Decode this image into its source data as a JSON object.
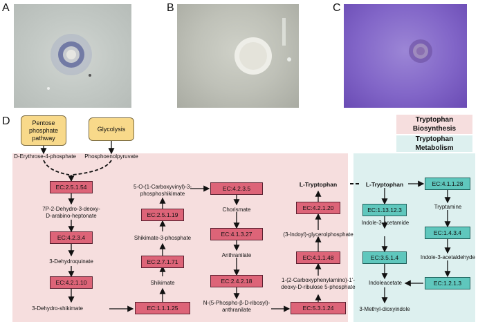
{
  "panels": {
    "a": "A",
    "b": "B",
    "c": "C",
    "d": "D"
  },
  "legend": {
    "biosynthesis": "Tryptophan Biosynthesis",
    "metabolism": "Tryptophan Metabolism"
  },
  "start_nodes": {
    "pentose": "Pentose phosphate pathway",
    "glycolysis": "Glycolysis"
  },
  "compounds": {
    "e4p": "D-Erythrose-4-phosphate",
    "pep": "Phosphoenolpyruvate",
    "dahp_1": "7P-2-Dehydro-3-deoxy-",
    "dahp_2": "D-arabino-heptonate",
    "dhq": "3-Dehydroquinate",
    "dhs": "3-Dehydro-shikimate",
    "shikimate": "Shikimate",
    "s3p": "Shikimate-3-phosphate",
    "epsp_1": "5-O-(1-Carboxyvinyl)-3-",
    "epsp_2": "phosphoshikimate",
    "chorismate": "Chorismate",
    "anthranilate": "Anthranilate",
    "prant_1": "N-(5-Phospho-β-D-ribosyl)-",
    "prant_2": "anthranilate",
    "cdrp_1": "1-(2-Carboxyphenylamino)-1'-",
    "cdrp_2": "deoxy-D-ribulose 5-phosphate",
    "igp": "(3-Indoyl)-glycerolphosphate",
    "trp_1": "L-Tryptophan",
    "trp_2": "L-Tryptophan",
    "tryptamine": "Tryptamine",
    "iam": "Indole-3-acetamide",
    "iald": "Indole-3-acetaldehyde",
    "iaa": "Indoleacetate",
    "moi": "3-Methyl-dioxyindole"
  },
  "enzymes": {
    "e1": "EC:2.5.1.54",
    "e2": "EC:4.2.3.4",
    "e3": "EC:4.2.1.10",
    "e4": "EC:1.1.1.25",
    "e5": "EC:2.7.1.71",
    "e6": "EC:2.5.1.19",
    "e7": "EC:4.2.3.5",
    "e8": "EC:4.1.3.27",
    "e9": "EC:2.4.2.18",
    "e10": "EC:5.3.1.24",
    "e11": "EC:4.1.1.48",
    "e12": "EC:4.2.1.20",
    "m1": "EC:1.13.12.3",
    "m2": "EC:3.5.1.4",
    "m3": "EC:4.1.1.28",
    "m4": "EC:1.4.3.4",
    "m5": "EC:1.2.1.3"
  },
  "colors": {
    "biosynthesis_bg": "#f6dede",
    "metabolism_bg": "#ddf0ef",
    "enzyme_red": "#dd6478",
    "enzyme_teal": "#5fc7bd",
    "start_node": "#f8d98a",
    "photo_c_purple": "#8266c8"
  }
}
